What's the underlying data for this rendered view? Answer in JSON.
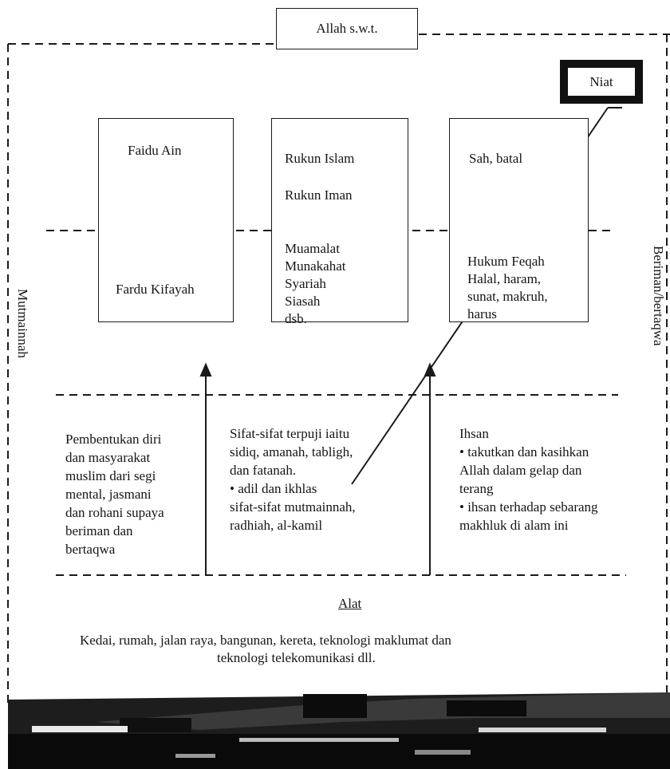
{
  "top": {
    "title": "Allah s.w.t."
  },
  "niat": {
    "label": "Niat"
  },
  "side": {
    "left": "Mutmainnah",
    "right": "Beriman/bertaqwa"
  },
  "columns": [
    {
      "upper": "Faidu Ain",
      "lower": "Fardu Kifayah"
    },
    {
      "upper1": "Rukun Islam",
      "upper2": "Rukun Iman",
      "lower": "Muamalat\nMunakahat\nSyariah\nSiasah\ndsb."
    },
    {
      "upper": "Sah, batal",
      "lower": "Hukum Feqah\nHalal, haram,\nsunat, makruh,\nharus"
    }
  ],
  "middle": {
    "left": "Pembentukan diri\ndan masyarakat\nmuslim dari segi\nmental, jasmani\ndan rohani supaya\nberiman dan\nbertaqwa",
    "center": "Sifat-sifat terpuji iaitu\nsidiq, amanah, tabligh,\ndan fatanah.\n• adil dan ikhlas\nsifat-sifat mutmainnah,\nradhiah, al-kamil",
    "right": "Ihsan\n• takutkan dan kasihkan\nAllah dalam gelap dan\nterang\n• ihsan terhadap sebarang\nmakhluk di alam ini"
  },
  "alat": {
    "heading": "Alat",
    "line1": "Kedai, rumah, jalan raya, bangunan, kereta, teknologi maklumat dan",
    "line2": "teknologi telekomunikasi dll."
  }
}
